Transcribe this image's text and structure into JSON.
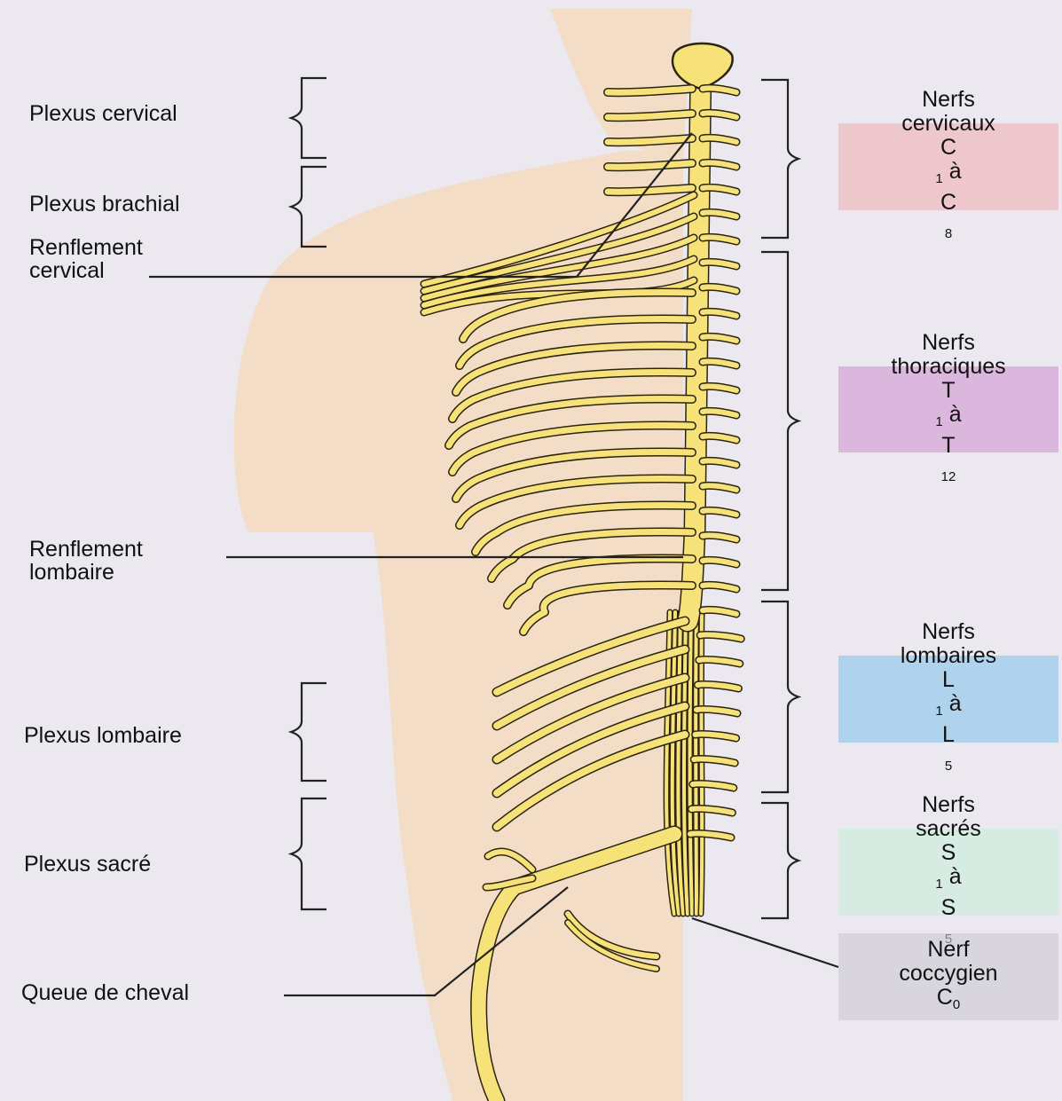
{
  "left_labels": {
    "plexus_cervical": "Plexus cervical",
    "plexus_brachial": "Plexus brachial",
    "renflement_cervical": [
      "Renflement",
      "cervical"
    ],
    "renflement_lombaire": [
      "Renflement",
      "lombaire"
    ],
    "plexus_lombaire": "Plexus lombaire",
    "plexus_sacre": "Plexus sacré",
    "queue_de_cheval": "Queue de cheval"
  },
  "nerve_groups": [
    {
      "name_lines": [
        "Nerfs",
        "cervicaux"
      ],
      "from": {
        "letter": "C",
        "sub": "1"
      },
      "joiner": "à",
      "to": {
        "letter": "C",
        "sub": "8"
      },
      "color": "#edc7cc"
    },
    {
      "name_lines": [
        "Nerfs",
        "thoraciques"
      ],
      "from": {
        "letter": "T",
        "sub": "1"
      },
      "joiner": "à",
      "to": {
        "letter": "T",
        "sub": "12"
      },
      "color": "#dbb7de"
    },
    {
      "name_lines": [
        "Nerfs",
        "lombaires"
      ],
      "from": {
        "letter": "L",
        "sub": "1"
      },
      "joiner": "à",
      "to": {
        "letter": "L",
        "sub": "5"
      },
      "color": "#afd2ed"
    },
    {
      "name_lines": [
        "Nerfs",
        "sacrés"
      ],
      "from": {
        "letter": "S",
        "sub": "1"
      },
      "joiner": "à",
      "to": {
        "letter": "S",
        "sub": "5"
      },
      "color": "#d6ece2"
    }
  ],
  "coccygeal": {
    "name_lines": [
      "Nerf",
      "coccygien"
    ],
    "letter": "C",
    "sub": "0"
  },
  "colors": {
    "nerve": "#f7e27a",
    "nerve_outline": "#2a2410",
    "body": "#f6d9b9",
    "background": "#ece8ef"
  }
}
